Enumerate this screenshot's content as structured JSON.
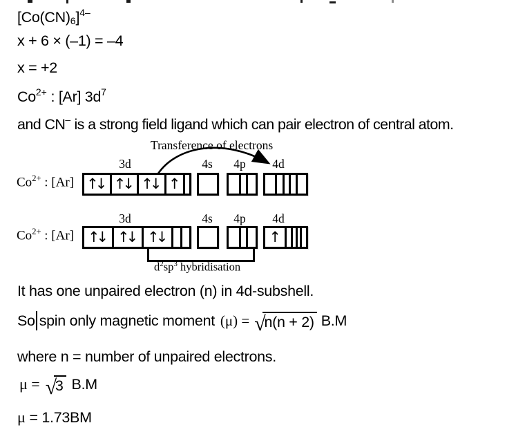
{
  "meta": {
    "background": "#ffffff",
    "ink": "#000000"
  },
  "solution": {
    "line_formula": {
      "pre": "[Co(CN)",
      "sub": "6",
      "bracket": "]",
      "sup": "4–"
    },
    "line_eq1": "x + 6 × (–1) = –4",
    "line_eq2": "x = +2",
    "line_config": {
      "pre": "Co",
      "sup1": "2+",
      "mid": " : [Ar] 3d",
      "sup2": "7"
    },
    "line_ligand": {
      "pre": "and CN",
      "sup": "–",
      "post": " is a strong field ligand which can pair electron of central atom."
    },
    "line_unpaired": "It has one unpaired electron (n) in 4d-subshell.",
    "line_moment": {
      "pre": "So",
      "mid": "spin only magnetic moment",
      "mu": "(μ) =",
      "sqrt": "n(n + 2)",
      "unit": "B.M"
    },
    "line_where": "where n = number of unpaired electrons.",
    "line_mu_sqrt": {
      "mu": "μ =",
      "sqrt": "3",
      "unit": "B.M"
    },
    "line_mu_value": {
      "mu": "μ",
      "rest": " = 1.73BM"
    }
  },
  "diagram": {
    "transfer_label": "Transference of electrons",
    "shell_labels": [
      "3d",
      "4s",
      "4p",
      "4d"
    ],
    "ion": {
      "pre": "Co",
      "sup": "2+",
      "post": " : [Ar]"
    },
    "icons": {
      "electron_pair": "↑↓",
      "electron_up": "↑"
    },
    "hybrid_label": {
      "d": "d",
      "d_sup": "2",
      "sp": "sp",
      "sp_sup": "3",
      "rest": " hybridisation"
    },
    "rows": [
      {
        "name": "before-transfer",
        "cells": {
          "3d": [
            "pair",
            "pair",
            "pair",
            "up",
            "empty"
          ],
          "4s": [
            "empty"
          ],
          "4p": [
            "empty",
            "empty",
            "empty"
          ],
          "4d": [
            "empty",
            "empty",
            "empty",
            "empty",
            "empty"
          ]
        }
      },
      {
        "name": "after-transfer",
        "cells": {
          "3d": [
            "pair",
            "pair",
            "pair",
            "empty",
            "empty"
          ],
          "4s": [
            "empty"
          ],
          "4p": [
            "empty",
            "empty",
            "empty"
          ],
          "4d": [
            "up",
            "empty",
            "empty",
            "empty",
            "empty"
          ]
        }
      }
    ]
  }
}
